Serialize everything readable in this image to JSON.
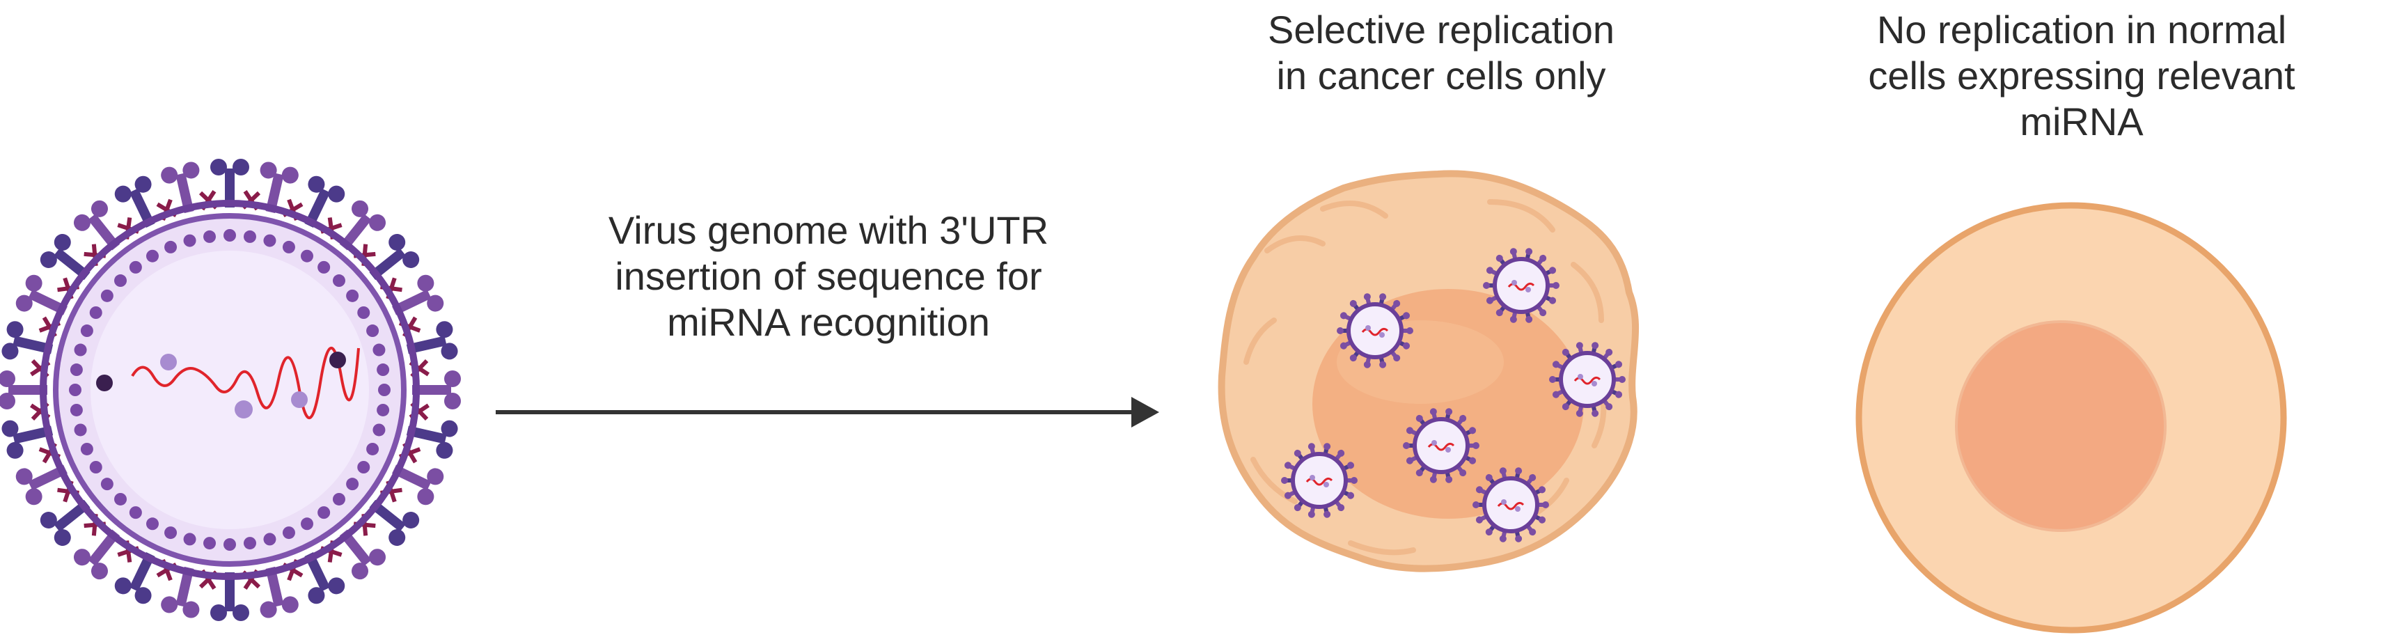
{
  "arrow_label": {
    "lines": [
      "Virus genome with 3'UTR",
      "insertion of sequence for",
      "miRNA recognition"
    ]
  },
  "cancer_label": {
    "lines": [
      "Selective replication",
      "in cancer cells only"
    ]
  },
  "normal_label": {
    "lines": [
      "No replication in normal",
      "cells expressing relevant",
      "miRNA"
    ]
  },
  "colors": {
    "virus_spike": "#7b4ea3",
    "virus_spike_dark": "#4c3a8a",
    "virus_envelope_accent": "#8a1c4a",
    "virus_inner": "#f1e8fb",
    "genome_line": "#e0242b",
    "cancer_cell": "#f6c9a1",
    "cancer_nucleus": "#f3b287",
    "normal_cell": "#fbd5b0",
    "normal_cell_border": "#e9a46b",
    "normal_nucleus": "#f3a982",
    "arrow": "#333333",
    "text": "#2b2b2b"
  }
}
